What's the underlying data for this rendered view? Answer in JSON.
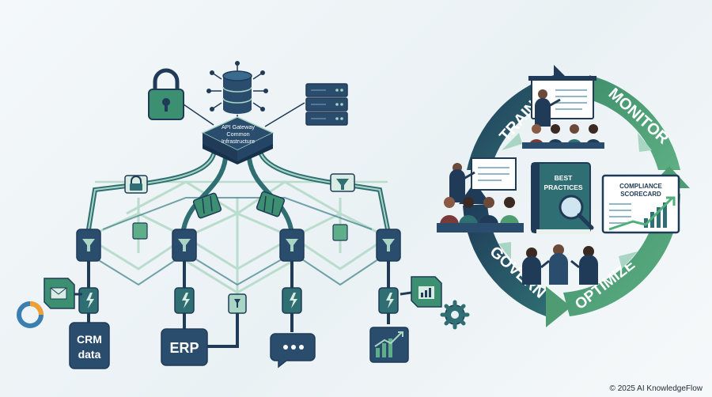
{
  "gateway": {
    "line1": "API Gateway",
    "line2": "Common",
    "line3": "Infrastructure"
  },
  "endpoints": {
    "crm_line1": "CRM",
    "crm_line2": "data",
    "erp": "ERP"
  },
  "cycle": {
    "train": "TRAIN",
    "monitor": "MONITOR",
    "optimize": "OPTIMIZE",
    "govern": "GOVERN",
    "best_practices_line1": "BEST",
    "best_practices_line2": "PRACTICES",
    "scorecard_line1": "COMPLIANCE",
    "scorecard_line2": "SCORECARD"
  },
  "colors": {
    "navy": "#1f3b58",
    "teal": "#2f6f73",
    "green": "#4f9c72",
    "light": "#a9d6c4"
  },
  "footer": "© 2025 AI KnowledgeFlow"
}
